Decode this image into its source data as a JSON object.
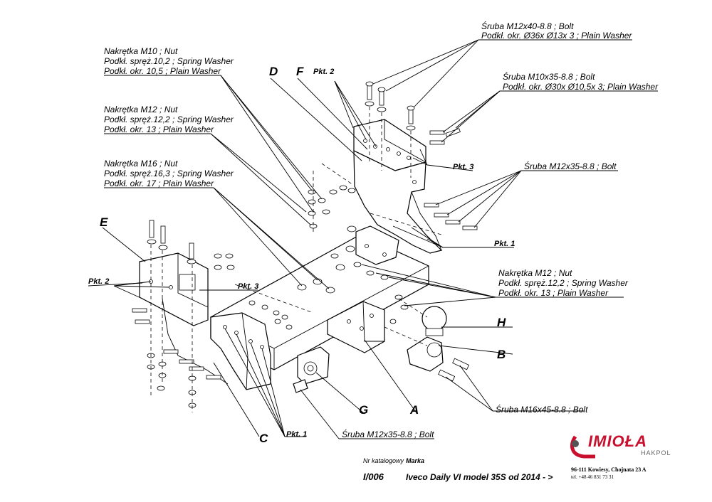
{
  "labels": {
    "bolt_m12x40": "Śruba M12x40-8.8 ;  Bolt",
    "washer_36": "Podkł. okr. Ø36x Ø13x 3 ; Plain Washer",
    "bolt_m10x35": "Śruba M10x35-8.8 ;  Bolt",
    "washer_30": "Podkł. okr.  Ø30x Ø10,5x 3; Plain Washer",
    "bolt_m12x35_right": "Śruba M12x35-8.8 ;  Bolt",
    "nut_m10": "Nakrętka  M10 ; Nut",
    "spring_10": "Podkł. spręż.10,2 ; Spring Washer",
    "plain_10": "Podkł. okr. 10,5 ; Plain Washer",
    "nut_m12": "Nakrętka  M12 ; Nut",
    "spring_12": "Podkł. spręż.12,2 ; Spring Washer",
    "plain_13": "Podkł. okr. 13 ; Plain Washer",
    "nut_m16": "Nakrętka  M16 ; Nut",
    "spring_16": "Podkł. spręż.16,3 ; Spring Washer",
    "plain_17": "Podkł. okr. 17 ; Plain Washer",
    "nut_m12_right": "Nakrętka  M12 ; Nut",
    "spring_12_right": "Podkł. spręż.12,2 ; Spring Washer",
    "plain_13_right": "Podkł. okr. 13 ; Plain Washer",
    "bolt_m16x45": "Śruba M16x45-8.8 ;  Bolt",
    "bolt_m12x35_bottom": "Śruba M12x35-8.8 ;  Bolt"
  },
  "part_letters": {
    "d": "D",
    "f": "F",
    "e": "E",
    "c": "C",
    "g": "G",
    "a": "A",
    "h": "H",
    "b": "B"
  },
  "points": {
    "pkt2_top": "Pkt. 2",
    "pkt3_top": "Pkt. 3",
    "pkt1_right": "Pkt. 1",
    "pkt2_left": "Pkt. 2",
    "pkt3_left": "Pkt. 3",
    "pkt1_bottom": "Pkt. 1"
  },
  "footer": {
    "catalog_label": "Nr katalogowy",
    "brand_label": "Marka",
    "catalog_number": "I/006",
    "vehicle": "Iveco Daily VI model 35S   od  2014 - >",
    "logo_text": "IMIOŁA",
    "logo_sub": "HAKPOL",
    "address": "96-111 Kowiesy, Chojnata 23 A",
    "phone": "tel. +48 46 831 73 31"
  }
}
